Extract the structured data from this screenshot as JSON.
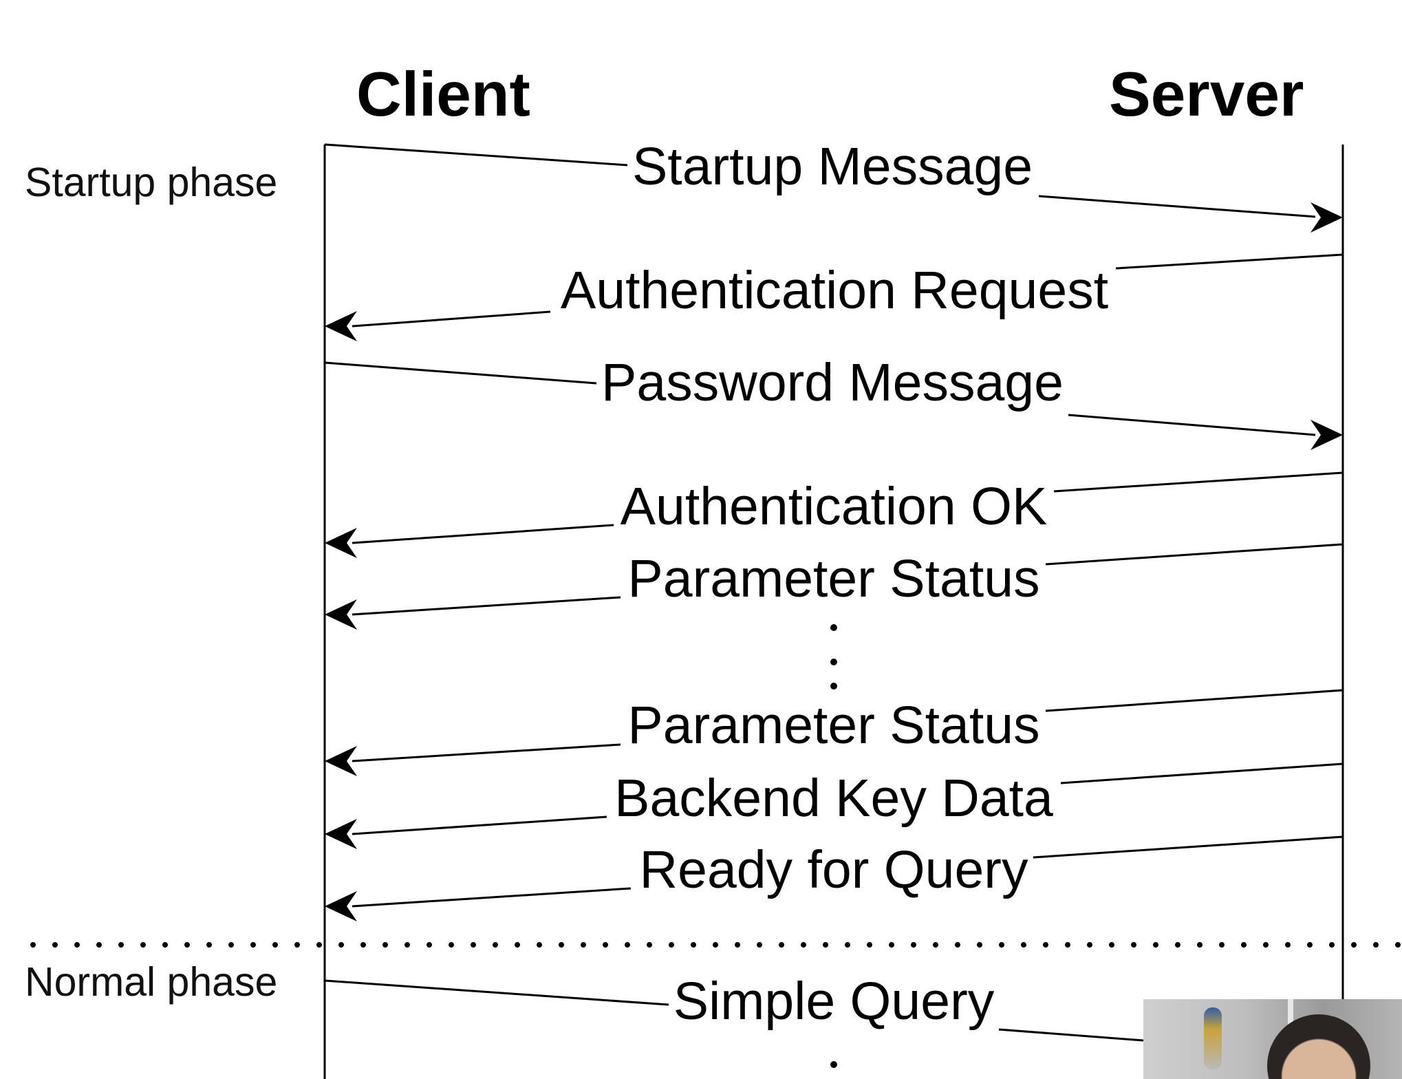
{
  "diagram": {
    "client_label": "Client",
    "server_label": "Server",
    "startup_phase_label": "Startup phase",
    "normal_phase_label": "Normal phase",
    "messages": [
      {
        "label": "Startup Message",
        "direction": "client-to-server"
      },
      {
        "label": "Authentication Request",
        "direction": "server-to-client"
      },
      {
        "label": "Password Message",
        "direction": "client-to-server"
      },
      {
        "label": "Authentication OK",
        "direction": "server-to-client"
      },
      {
        "label": "Parameter Status",
        "direction": "server-to-client"
      },
      {
        "label": "Parameter Status",
        "direction": "server-to-client"
      },
      {
        "label": "Backend Key Data",
        "direction": "server-to-client"
      },
      {
        "label": "Ready for Query",
        "direction": "server-to-client"
      },
      {
        "label": "Simple Query",
        "direction": "client-to-server"
      }
    ]
  }
}
